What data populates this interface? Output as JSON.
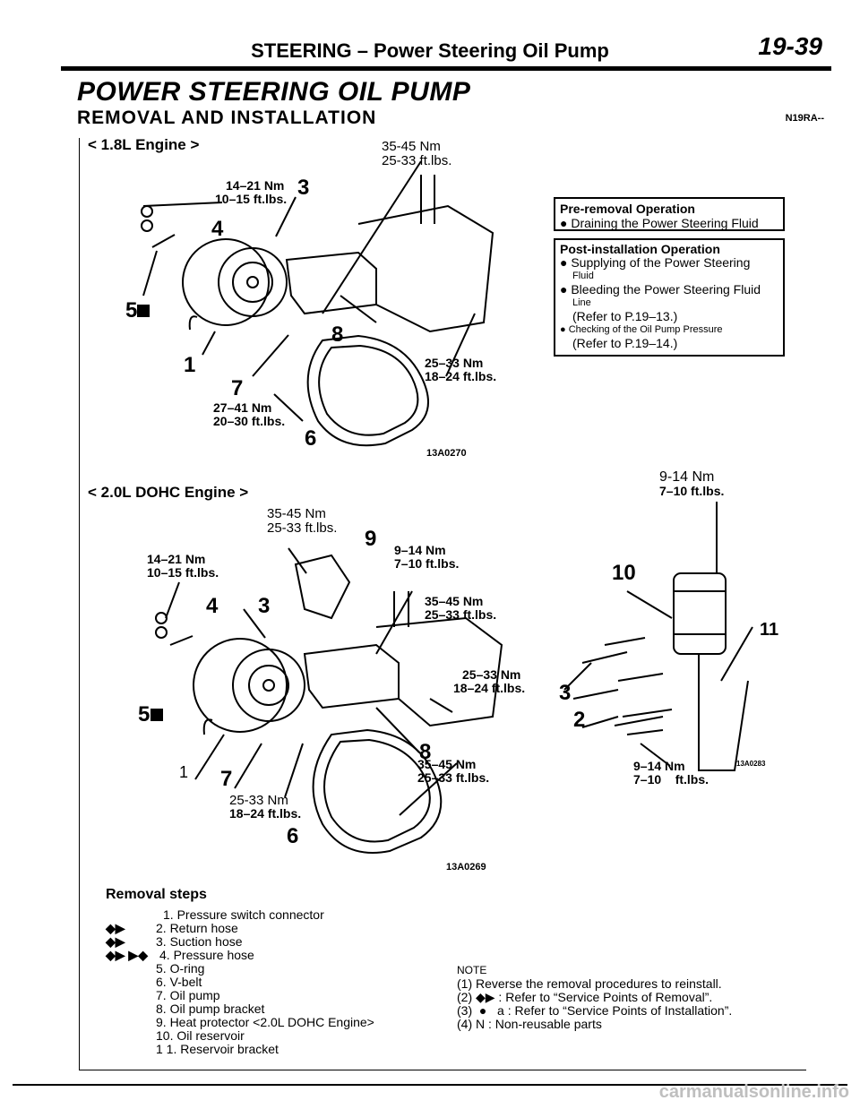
{
  "header": {
    "running_title": "STEERING – Power Steering Oil Pump",
    "page_number": "19-39"
  },
  "title": "POWER STEERING OIL PUMP",
  "subtitle": "REMOVAL AND INSTALLATION",
  "section_code": "N19RA--",
  "fig1": {
    "engine_label": "< 1.8L Engine >",
    "torque_top_a": "35-45 Nm",
    "torque_top_b": "25-33 ft.lbs.",
    "torque_left_a": "14–21 Nm",
    "torque_left_b": "10–15 ft.lbs.",
    "torque_right_a": "25–33 Nm",
    "torque_right_b": "18–24 ft.lbs.",
    "torque_bottom_a": "27–41 Nm",
    "torque_bottom_b": "20–30 ft.lbs.",
    "labels": [
      "3",
      "4",
      "5",
      "1",
      "7",
      "8",
      "6"
    ],
    "figure_code": "13A0270"
  },
  "pre_removal": {
    "heading": "Pre-removal Operation",
    "items": [
      "● Draining the Power Steering Fluid"
    ]
  },
  "post_install": {
    "heading": "Post-installation Operation",
    "l1": "● Supplying of the Power Steering",
    "l2": "Fluid",
    "l3": "● Bleeding the Power Steering Fluid",
    "l4": "Line",
    "l5": "(Refer to P.19–13.)",
    "l6": "● Checking of the Oil Pump Pressure",
    "l7": "(Refer to P.19–14.)"
  },
  "fig2": {
    "engine_label": "< 2.0L DOHC Engine >",
    "torque_top_a": "35-45 Nm",
    "torque_top_b": "25-33 ft.lbs.",
    "torque_left_a": "14–21 Nm",
    "torque_left_b": "10–15 ft.lbs.",
    "torque_9_a": "9–14 Nm",
    "torque_9_b": "7–10 ft.lbs.",
    "torque_mid_a": "35–45 Nm",
    "torque_mid_b": "25–33 ft.lbs.",
    "torque_r_a": "25–33 Nm",
    "torque_r_b": "18–24 ft.lbs.",
    "torque_low_a": "35–45 Nm",
    "torque_low_b": "25–33 ft.lbs.",
    "torque_bot_a": "25-33 Nm",
    "torque_bot_b": "18–24 ft.lbs.",
    "labels": [
      "9",
      "4",
      "3",
      "5",
      "1",
      "7",
      "8",
      "6"
    ],
    "figure_code": "13A0269"
  },
  "fig3": {
    "torque_top_a": "9-14 Nm",
    "torque_top_b": "7–10 ft.lbs.",
    "torque_bot_a": "9–14 Nm",
    "torque_bot_b": "7–10    ft.lbs.",
    "labels": [
      "10",
      "11",
      "3",
      "2"
    ],
    "figure_code": "13A0283"
  },
  "removal": {
    "heading": "Removal steps",
    "steps": [
      {
        "mark": "",
        "text": "1. Pressure switch connector"
      },
      {
        "mark": "◆▶",
        "text": "2. Return hose"
      },
      {
        "mark": "◆▶",
        "text": "3. Suction hose"
      },
      {
        "mark": "◆▶ ▶◆",
        "text": "4. Pressure hose"
      },
      {
        "mark": "",
        "text": "5. O-ring"
      },
      {
        "mark": "",
        "text": "6. V-belt"
      },
      {
        "mark": "",
        "text": "7. Oil pump"
      },
      {
        "mark": "",
        "text": "8. Oil pump bracket"
      },
      {
        "mark": "",
        "text": "9. Heat protector <2.0L DOHC Engine>"
      },
      {
        "mark": "",
        "text": "10. Oil reservoir"
      },
      {
        "mark": "",
        "text": "1 1. Reservoir bracket"
      }
    ]
  },
  "note": {
    "heading": "NOTE",
    "n1": "(1) Reverse the removal procedures to reinstall.",
    "n2": "(2) ◆▶ : Refer to “Service Points of Removal”.",
    "n3": "(3)  ●   a : Refer to “Service Points of Installation”.",
    "n4": "(4) N : Non-reusable parts"
  },
  "watermark": "carmanualsonline.info"
}
